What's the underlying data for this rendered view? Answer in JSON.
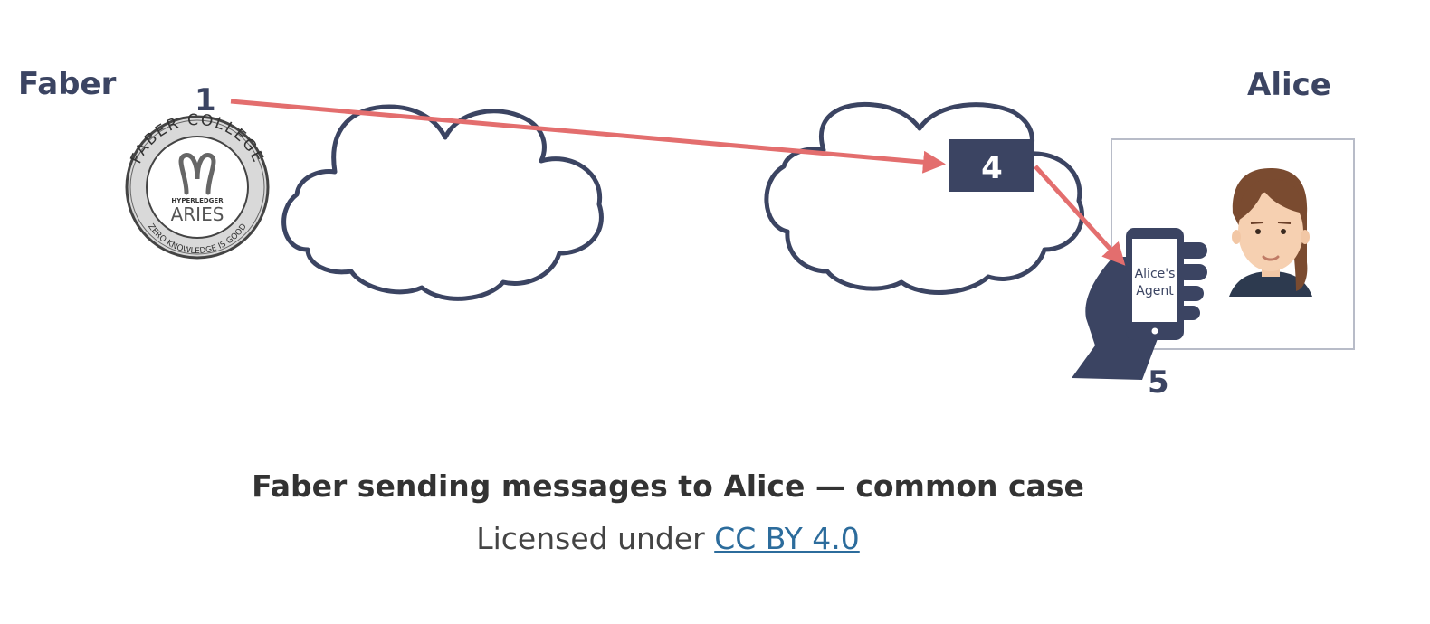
{
  "diagram": {
    "faber_label": "Faber",
    "alice_label": "Alice",
    "step1": "1",
    "step4": "4",
    "step5": "5",
    "seal_top_text": "FABER COLLEGE",
    "seal_bottom_text": "ZERO KNOWLEDGE IS GOOD",
    "seal_small_text": "HYPERLEDGER",
    "seal_main_text": "ARIES",
    "phone_line1": "Alice's",
    "phone_line2": "Agent",
    "colors": {
      "navy": "#3b4462",
      "arrow": "#e36e6e"
    }
  },
  "caption": {
    "title": "Faber sending messages to Alice — common case",
    "license_prefix": "Licensed under",
    "license_link": "CC BY 4.0"
  }
}
